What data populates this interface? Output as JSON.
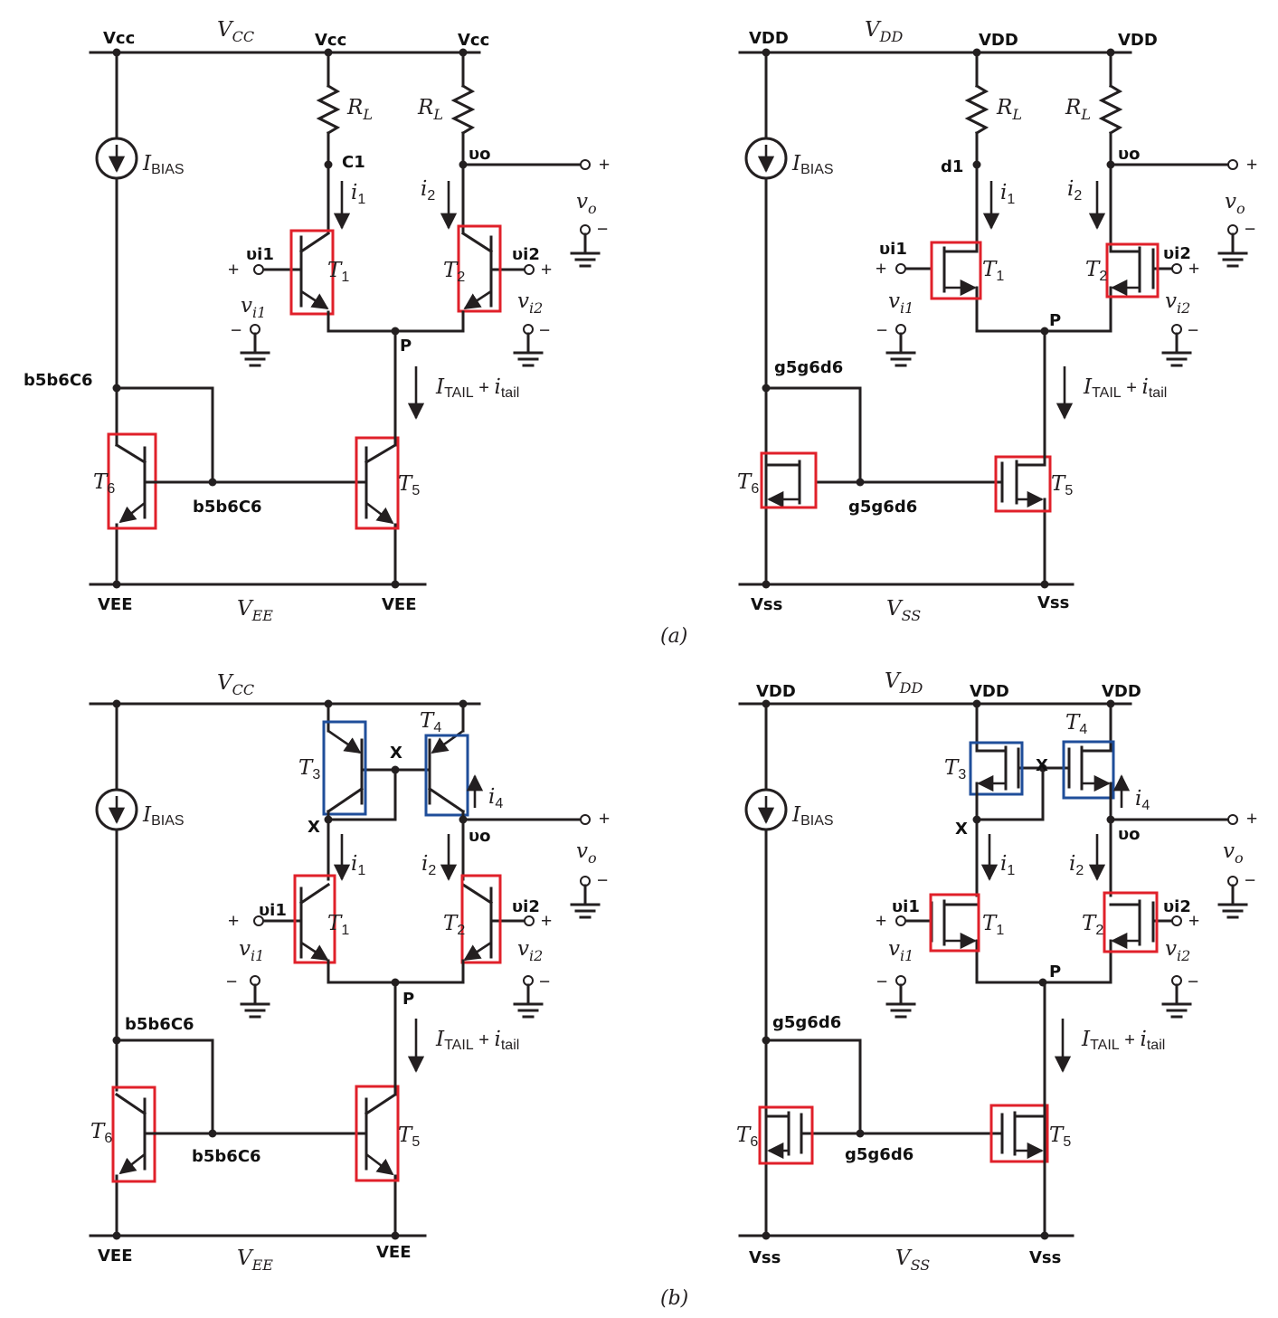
{
  "panels": {
    "a": {
      "bjt": {
        "rail_top": "V",
        "rail_top_sub": "CC",
        "rail_bottom": "V",
        "rail_bottom_sub": "EE",
        "hw_top_left": "Vcc",
        "hw_top_mid": "Vcc",
        "hw_top_right": "Vcc",
        "hw_bottom_left": "VEE",
        "hw_bottom_right": "VEE",
        "bias": "I",
        "bias_sub": "BIAS",
        "rl_left": "R",
        "rl_right": "R",
        "rl_sub": "L",
        "hw_c1": "C1",
        "hw_vo": "υo",
        "i1": "i",
        "i1_sub": "1",
        "i2": "i",
        "i2_sub": "2",
        "vo": "v",
        "vo_sub": "o",
        "hw_vi1": "υi1",
        "hw_vi2": "υi2",
        "vi1": "v",
        "vi1_sub": "i1",
        "vi2": "v",
        "vi2_sub": "i2",
        "t1": "T",
        "t1_sub": "1",
        "t2": "T",
        "t2_sub": "2",
        "t5": "T",
        "t5_sub": "5",
        "t6": "T",
        "t6_sub": "6",
        "hw_p": "P",
        "tail": "I",
        "tail_sub": "TAIL",
        "tail_plus": " + ",
        "tail_i": "i",
        "tail_i_sub": "tail",
        "hw_b6_top": "b5b6C6",
        "hw_b6_mid": "b5b6C6",
        "plus": "+",
        "minus": "−"
      },
      "mos": {
        "rail_top": "V",
        "rail_top_sub": "DD",
        "rail_bottom": "V",
        "rail_bottom_sub": "SS",
        "hw_top_left": "VDD",
        "hw_top_mid": "VDD",
        "hw_top_right": "VDD",
        "hw_bottom_left": "Vss",
        "hw_bottom_right": "Vss",
        "bias": "I",
        "bias_sub": "BIAS",
        "rl_left": "R",
        "rl_right": "R",
        "rl_sub": "L",
        "hw_d1": "d1",
        "hw_vo": "υo",
        "i1": "i",
        "i1_sub": "1",
        "i2": "i",
        "i2_sub": "2",
        "vo": "v",
        "vo_sub": "o",
        "hw_vi1": "υi1",
        "hw_vi2": "υi2",
        "vi1": "v",
        "vi1_sub": "i1",
        "vi2": "v",
        "vi2_sub": "i2",
        "t1": "T",
        "t1_sub": "1",
        "t2": "T",
        "t2_sub": "2",
        "t5": "T",
        "t5_sub": "5",
        "t6": "T",
        "t6_sub": "6",
        "hw_p": "P",
        "tail": "I",
        "tail_sub": "TAIL",
        "tail_plus": " + ",
        "tail_i": "i",
        "tail_i_sub": "tail",
        "hw_g6_top": "g5g6d6",
        "hw_g6_mid": "g5g6d6",
        "plus": "+",
        "minus": "−"
      },
      "caption": "(a)"
    },
    "b": {
      "bjt": {
        "rail_top": "V",
        "rail_top_sub": "CC",
        "rail_bottom": "V",
        "rail_bottom_sub": "EE",
        "hw_bottom_left": "VEE",
        "hw_bottom_right": "VEE",
        "bias": "I",
        "bias_sub": "BIAS",
        "t3": "T",
        "t3_sub": "3",
        "t4": "T",
        "t4_sub": "4",
        "hw_x_mid": "X",
        "hw_x_left": "X",
        "i4": "i",
        "i4_sub": "4",
        "hw_vo": "υo",
        "i1": "i",
        "i1_sub": "1",
        "i2": "i",
        "i2_sub": "2",
        "vo": "v",
        "vo_sub": "o",
        "hw_vi1": "υi1",
        "hw_vi2": "υi2",
        "vi1": "v",
        "vi1_sub": "i1",
        "vi2": "v",
        "vi2_sub": "i2",
        "t1": "T",
        "t1_sub": "1",
        "t2": "T",
        "t2_sub": "2",
        "t5": "T",
        "t5_sub": "5",
        "t6": "T",
        "t6_sub": "6",
        "hw_p": "P",
        "tail": "I",
        "tail_sub": "TAIL",
        "tail_plus": " + ",
        "tail_i": "i",
        "tail_i_sub": "tail",
        "hw_b6_top": "b5b6C6",
        "hw_b6_mid": "b5b6C6",
        "plus": "+",
        "minus": "−"
      },
      "mos": {
        "rail_top": "V",
        "rail_top_sub": "DD",
        "rail_bottom": "V",
        "rail_bottom_sub": "SS",
        "hw_top_left": "VDD",
        "hw_top_mid": "VDD",
        "hw_top_right": "VDD",
        "hw_bottom_left": "Vss",
        "hw_bottom_right": "Vss",
        "bias": "I",
        "bias_sub": "BIAS",
        "t3": "T",
        "t3_sub": "3",
        "t4": "T",
        "t4_sub": "4",
        "hw_x_mid": "X",
        "hw_x_left": "X",
        "i4": "i",
        "i4_sub": "4",
        "hw_vo": "υo",
        "i1": "i",
        "i1_sub": "1",
        "i2": "i",
        "i2_sub": "2",
        "vo": "v",
        "vo_sub": "o",
        "hw_vi1": "υi1",
        "hw_vi2": "υi2",
        "vi1": "v",
        "vi1_sub": "i1",
        "vi2": "v",
        "vi2_sub": "i2",
        "t1": "T",
        "t1_sub": "1",
        "t2": "T",
        "t2_sub": "2",
        "t5": "T",
        "t5_sub": "5",
        "t6": "T",
        "t6_sub": "6",
        "hw_p": "P",
        "tail": "I",
        "tail_sub": "TAIL",
        "tail_plus": " + ",
        "tail_i": "i",
        "tail_i_sub": "tail",
        "hw_g6_top": "g5g6d6",
        "hw_g6_mid": "g5g6d6",
        "plus": "+",
        "minus": "−"
      },
      "caption": "(b)"
    }
  },
  "colors": {
    "wire": "#231f20",
    "highlight_red": "#e0202a",
    "highlight_blue": "#1f4e9a"
  }
}
